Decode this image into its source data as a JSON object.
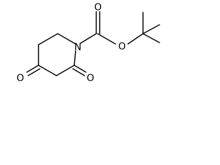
{
  "molecule": {
    "atoms": [
      {
        "id": "n1",
        "label": "N"
      },
      {
        "id": "o_carbonyl",
        "label": "O"
      },
      {
        "id": "o_ester",
        "label": "O"
      },
      {
        "id": "o_c4",
        "label": "O"
      },
      {
        "id": "o_c2",
        "label": "O"
      }
    ]
  }
}
